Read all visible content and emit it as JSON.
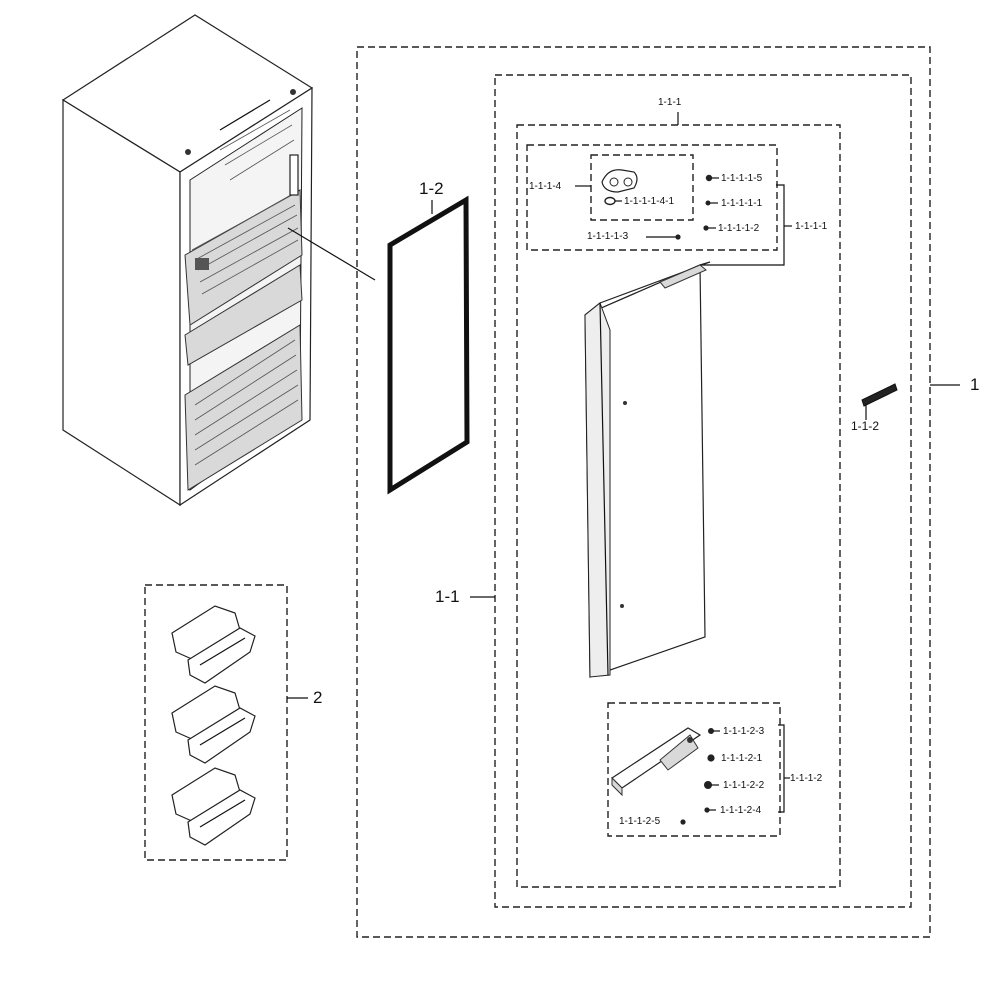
{
  "callouts": {
    "c1": "1",
    "c1_1": "1-1",
    "c1_1_1": "1-1-1",
    "c1_1_1_top": "1-1-1",
    "c1_1_2": "1-1-2",
    "c1_2": "1-2",
    "c2": "2",
    "c1_1_1_1": "1-1-1-1",
    "c1_1_1_1_1": "1-1-1-1-1",
    "c1_1_1_1_2": "1-1-1-1-2",
    "c1_1_1_1_3": "1-1-1-1-3",
    "c1_1_1_1_4": "1-1-1-4",
    "c1_1_1_1_4_1": "1-1-1-1-4-1",
    "c1_1_1_1_5": "1-1-1-1-5",
    "c1_1_1_2": "1-1-1-2",
    "c1_1_1_2_1": "1-1-1-2-1",
    "c1_1_1_2_2": "1-1-1-2-2",
    "c1_1_1_2_3": "1-1-1-2-3",
    "c1_1_1_2_4": "1-1-1-2-4",
    "c1_1_1_2_5": "1-1-1-2-5"
  }
}
